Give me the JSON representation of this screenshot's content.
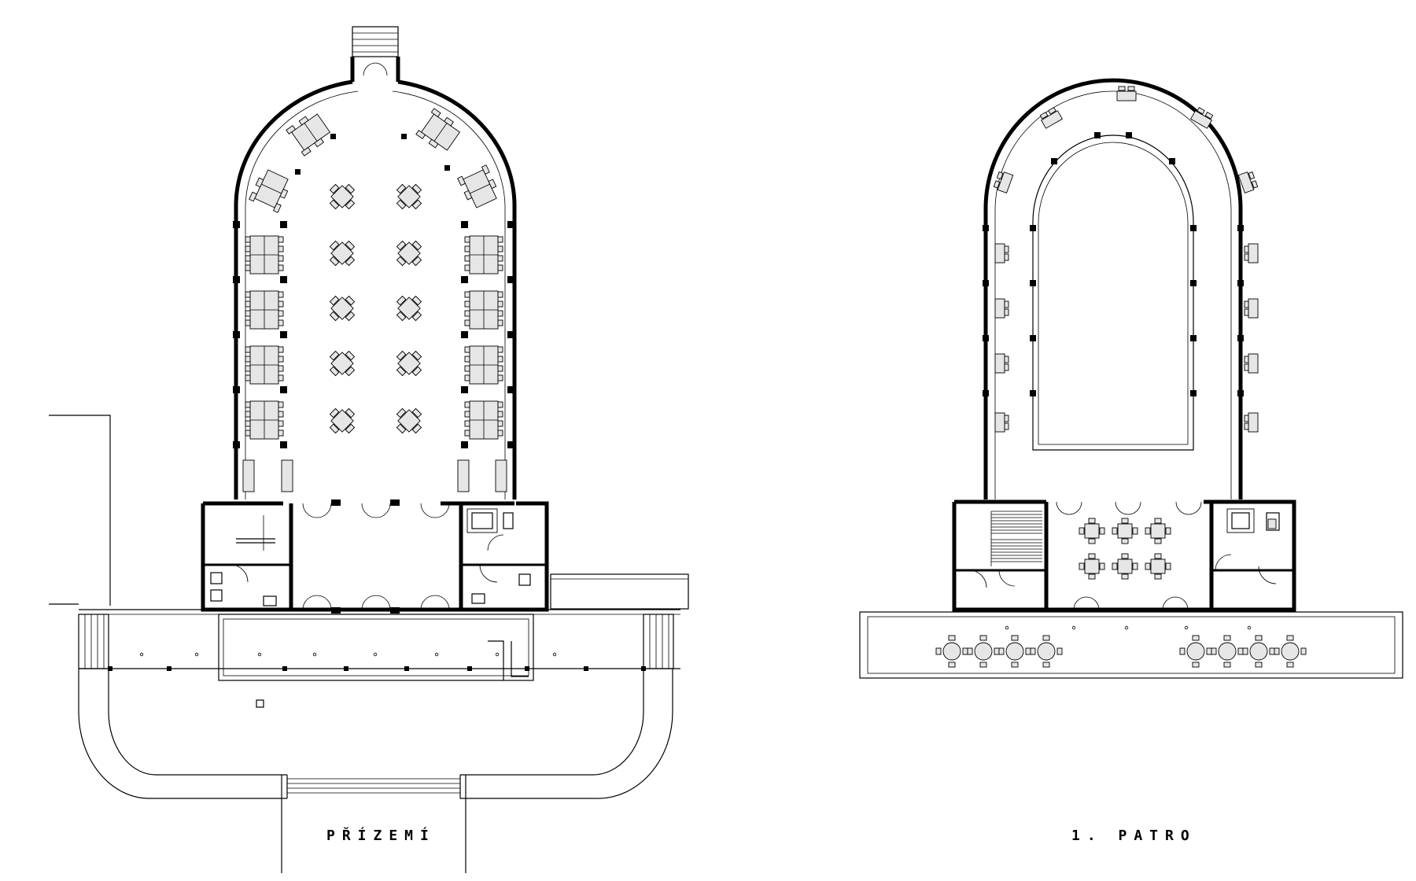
{
  "plans": [
    {
      "id": "ground-floor",
      "label": "PŘÍZEMÍ"
    },
    {
      "id": "first-floor",
      "label": "1. PATRO"
    }
  ],
  "colors": {
    "line": "#000000",
    "furniture_fill": "#e6e6e6",
    "background": "#ffffff"
  }
}
